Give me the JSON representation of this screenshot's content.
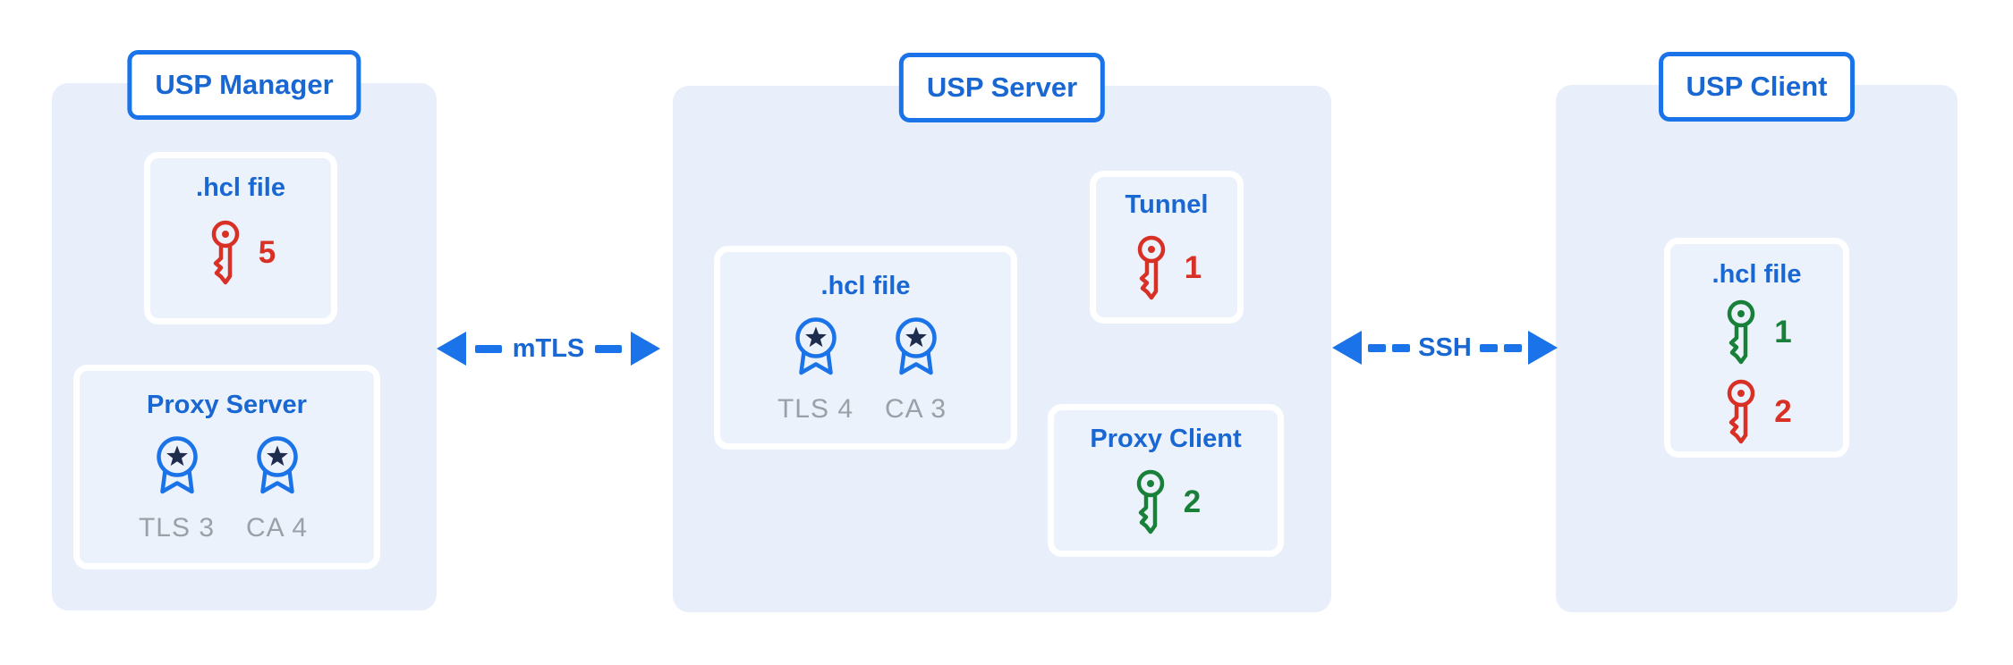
{
  "palette": {
    "primary_blue": "#1A73E8",
    "title_text_blue": "#1967D2",
    "node_background": "#E8EFFA",
    "subbox_background": "#EBF2FC",
    "subbox_border": "#FFFFFF",
    "key_red": "#D93025",
    "key_green": "#188038",
    "cert_label_gray": "#9AA0A6",
    "star_navy": "#1E2C4D"
  },
  "icons": {
    "key": "key-icon",
    "certificate": "certificate-badge-icon",
    "arrow": "dashed-double-arrow-icon"
  },
  "manager": {
    "title": "USP Manager",
    "hcl": {
      "title": ".hcl file",
      "key": {
        "color": "red",
        "count": "5"
      }
    },
    "proxy_server": {
      "title": "Proxy Server",
      "cert1": {
        "label": "TLS 3"
      },
      "cert2": {
        "label": "CA 4"
      }
    }
  },
  "server": {
    "title": "USP Server",
    "hcl": {
      "title": ".hcl file",
      "cert1": {
        "label": "TLS 4"
      },
      "cert2": {
        "label": "CA 3"
      }
    },
    "tunnel": {
      "title": "Tunnel",
      "key": {
        "color": "red",
        "count": "1"
      }
    },
    "proxy_client": {
      "title": "Proxy Client",
      "key": {
        "color": "green",
        "count": "2"
      }
    }
  },
  "client": {
    "title": "USP Client",
    "hcl": {
      "title": ".hcl file",
      "key1": {
        "color": "green",
        "count": "1"
      },
      "key2": {
        "color": "red",
        "count": "2"
      }
    }
  },
  "connections": {
    "mtls": {
      "label": "mTLS"
    },
    "ssh": {
      "label": "SSH"
    }
  }
}
